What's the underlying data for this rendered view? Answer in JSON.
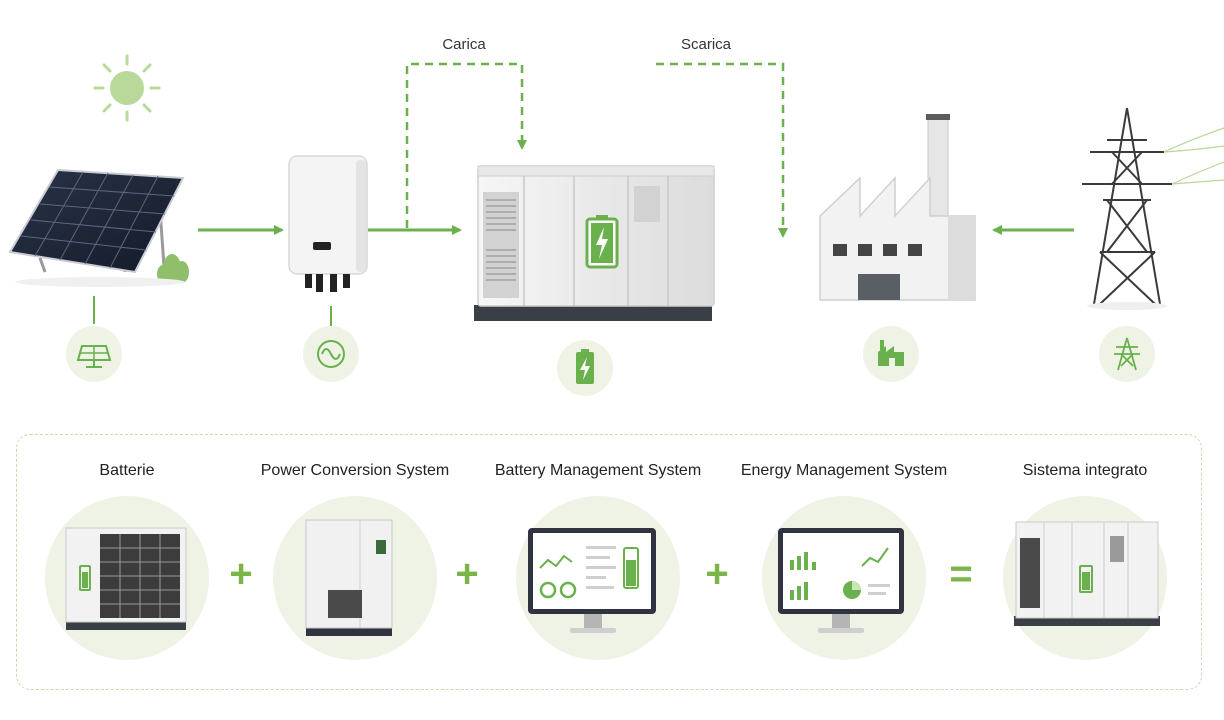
{
  "flow": {
    "charge_label": "Carica",
    "discharge_label": "Scarica"
  },
  "icons": {
    "sun": "sun-icon",
    "solar_panel": "solar-panel-icon",
    "inverter": "sine-wave-icon",
    "battery": "battery-charging-icon",
    "factory": "factory-icon",
    "pylon": "transmission-tower-icon"
  },
  "components": [
    {
      "label": "Batterie"
    },
    {
      "label": "Power Conversion System"
    },
    {
      "label": "Battery Management System"
    },
    {
      "label": "Energy Management System"
    },
    {
      "label": "Sistema integrato"
    }
  ],
  "operators": [
    "+",
    "+",
    "+",
    "="
  ],
  "colors": {
    "accent": "#6ab04c",
    "accent_light": "#eef3e5",
    "cabinet": "#ebebeb",
    "dark": "#2f3440"
  }
}
